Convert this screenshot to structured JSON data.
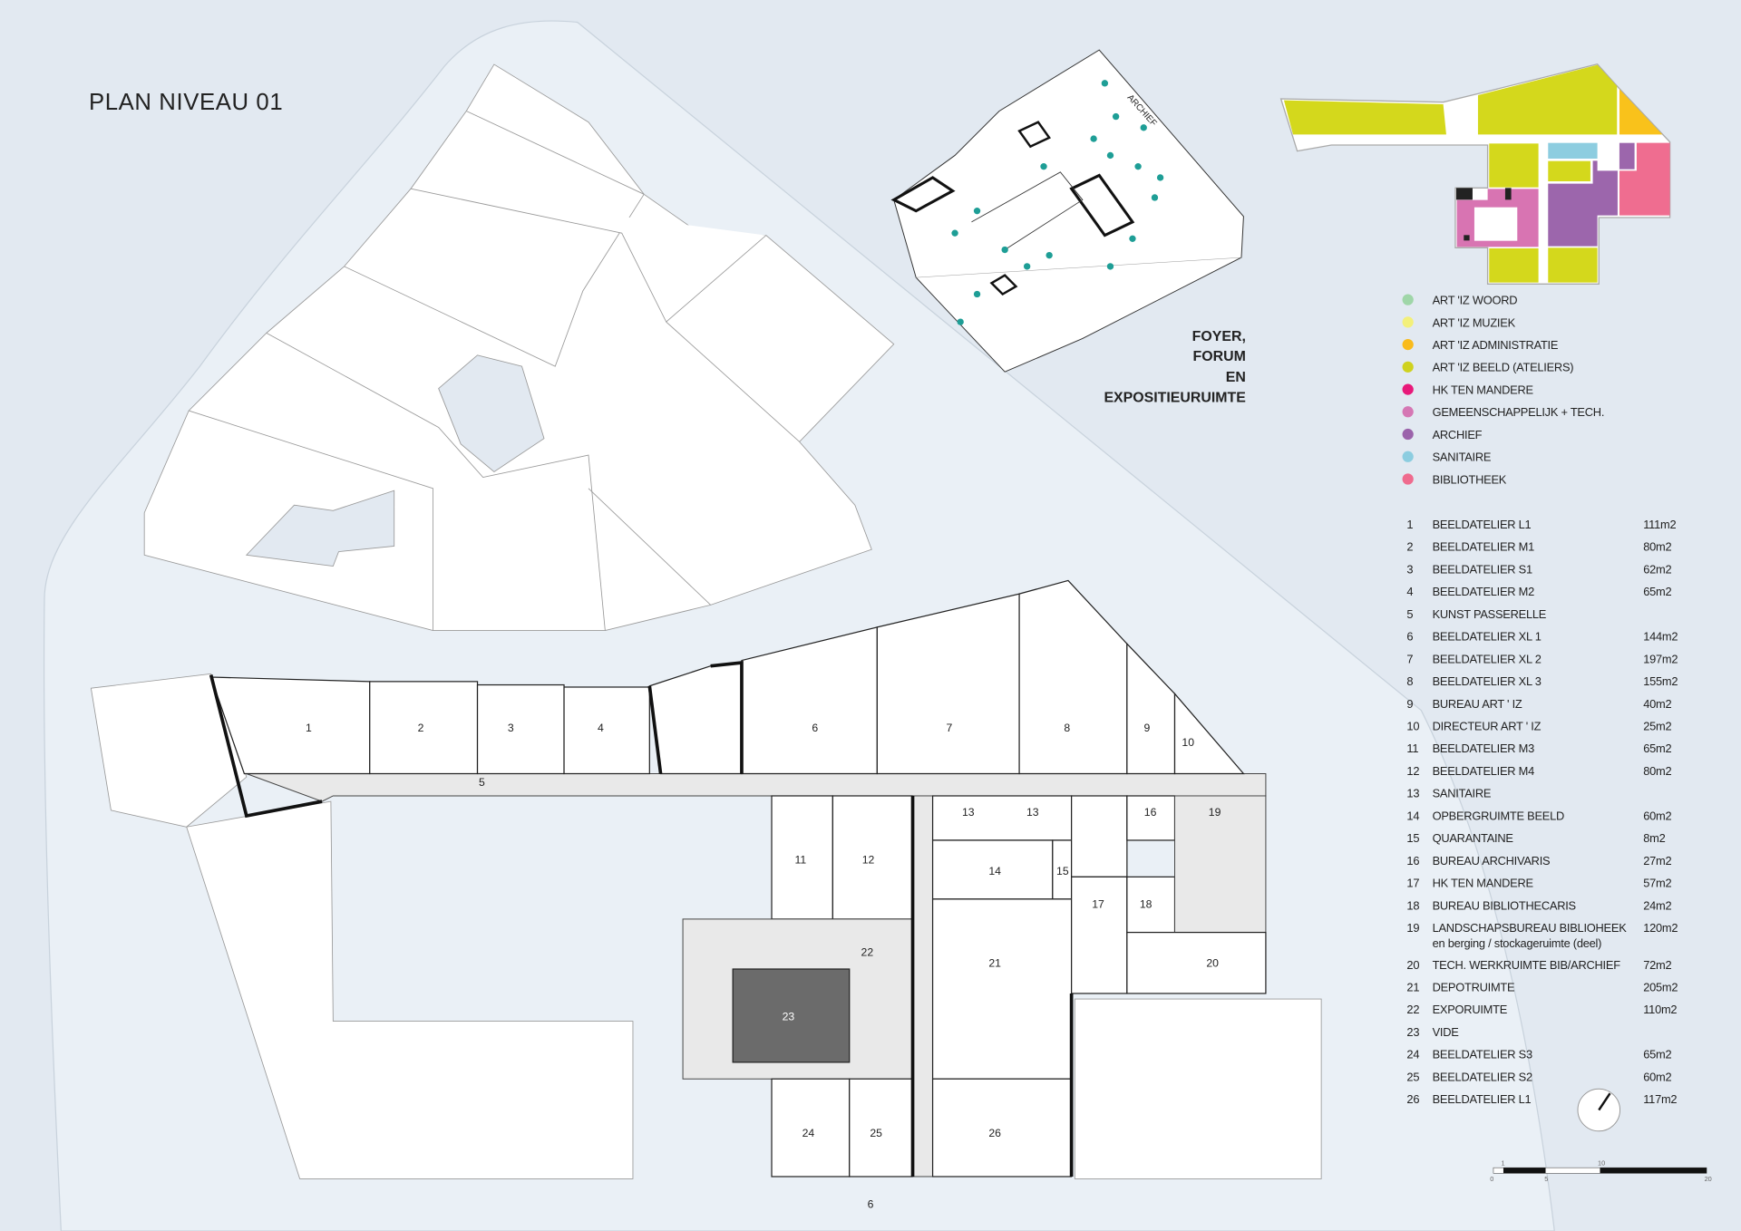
{
  "title": "PLAN  NIVEAU 01",
  "axonometric": {
    "archief_label": "ARCHIEF",
    "caption": [
      "FOYER,",
      "FORUM",
      "EN",
      "EXPOSITIEURUIMTE"
    ]
  },
  "legend": [
    {
      "label": "ART 'IZ WOORD",
      "color": "#9fd6a8"
    },
    {
      "label": "ART 'IZ MUZIEK",
      "color": "#f3f07a"
    },
    {
      "label": "ART 'IZ ADMINISTRATIE",
      "color": "#f9bb1c"
    },
    {
      "label": "ART 'IZ BEELD (ATELIERS)",
      "color": "#cfd21f"
    },
    {
      "label": "HK TEN MANDERE",
      "color": "#e8197a"
    },
    {
      "label": "GEMEENSCHAPPELIJK + TECH.",
      "color": "#d577b4"
    },
    {
      "label": "ARCHIEF",
      "color": "#9b63ab"
    },
    {
      "label": "SANITAIRE",
      "color": "#8ccde0"
    },
    {
      "label": "BIBLIOTHEEK",
      "color": "#ef6b8e"
    }
  ],
  "rooms": [
    {
      "num": "1",
      "name": "BEELDATELIER L1",
      "area": "111m2"
    },
    {
      "num": "2",
      "name": "BEELDATELIER M1",
      "area": "80m2"
    },
    {
      "num": "3",
      "name": "BEELDATELIER S1",
      "area": "62m2"
    },
    {
      "num": "4",
      "name": "BEELDATELIER M2",
      "area": "65m2"
    },
    {
      "num": "5",
      "name": "KUNST PASSERELLE",
      "area": ""
    },
    {
      "num": "6",
      "name": "BEELDATELIER XL 1",
      "area": "144m2"
    },
    {
      "num": "7",
      "name": "BEELDATELIER XL 2",
      "area": "197m2"
    },
    {
      "num": "8",
      "name": "BEELDATELIER XL 3",
      "area": "155m2"
    },
    {
      "num": "9",
      "name": "BUREAU ART ' IZ",
      "area": "40m2"
    },
    {
      "num": "10",
      "name": "DIRECTEUR ART ' IZ",
      "area": "25m2"
    },
    {
      "num": "11",
      "name": "BEELDATELIER M3",
      "area": "65m2"
    },
    {
      "num": "12",
      "name": "BEELDATELIER M4",
      "area": "80m2"
    },
    {
      "num": "13",
      "name": "SANITAIRE",
      "area": ""
    },
    {
      "num": "14",
      "name": "OPBERGRUIMTE BEELD",
      "area": "60m2"
    },
    {
      "num": "15",
      "name": "QUARANTAINE",
      "area": "8m2"
    },
    {
      "num": "16",
      "name": "BUREAU ARCHIVARIS",
      "area": "27m2"
    },
    {
      "num": "17",
      "name": "HK TEN MANDERE",
      "area": "57m2"
    },
    {
      "num": "18",
      "name": "BUREAU BIBLIOTHECARIS",
      "area": "24m2"
    },
    {
      "num": "19",
      "name": "LANDSCHAPSBUREAU BIBLIOHEEK",
      "sub": "en berging / stockageruimte (deel)",
      "area": "120m2"
    },
    {
      "num": "20",
      "name": "TECH. WERKRUIMTE BIB/ARCHIEF",
      "area": "72m2"
    },
    {
      "num": "21",
      "name": "DEPOTRUIMTE",
      "area": "205m2"
    },
    {
      "num": "22",
      "name": "EXPORUIMTE",
      "area": "110m2"
    },
    {
      "num": "23",
      "name": "VIDE",
      "area": ""
    },
    {
      "num": "24",
      "name": "BEELDATELIER S3",
      "area": "65m2"
    },
    {
      "num": "25",
      "name": "BEELDATELIER S2",
      "area": "60m2"
    },
    {
      "num": "26",
      "name": "BEELDATELIER L1",
      "area": "117m2"
    }
  ],
  "plan_labels": {
    "r1": "1",
    "r2": "2",
    "r3": "3",
    "r4": "4",
    "r5": "5",
    "r6": "6",
    "r7": "7",
    "r8": "8",
    "r9": "9",
    "r10": "10",
    "r11": "11",
    "r12": "12",
    "r13a": "13",
    "r13b": "13",
    "r14": "14",
    "r15": "15",
    "r16": "16",
    "r17": "17",
    "r18": "18",
    "r19": "19",
    "r20": "20",
    "r21": "21",
    "r22": "22",
    "r23": "23",
    "r24": "24",
    "r25": "25",
    "r26": "26",
    "bottom_6": "6"
  },
  "scale_bar": {
    "top_ticks": [
      "1",
      "10"
    ],
    "bottom_ticks": [
      "0",
      "5",
      "20"
    ]
  },
  "colors": {
    "background": "#e2e9f1",
    "street": "#eaf0f6",
    "figures": "#1e9e96",
    "void": "#6b6b6b"
  }
}
